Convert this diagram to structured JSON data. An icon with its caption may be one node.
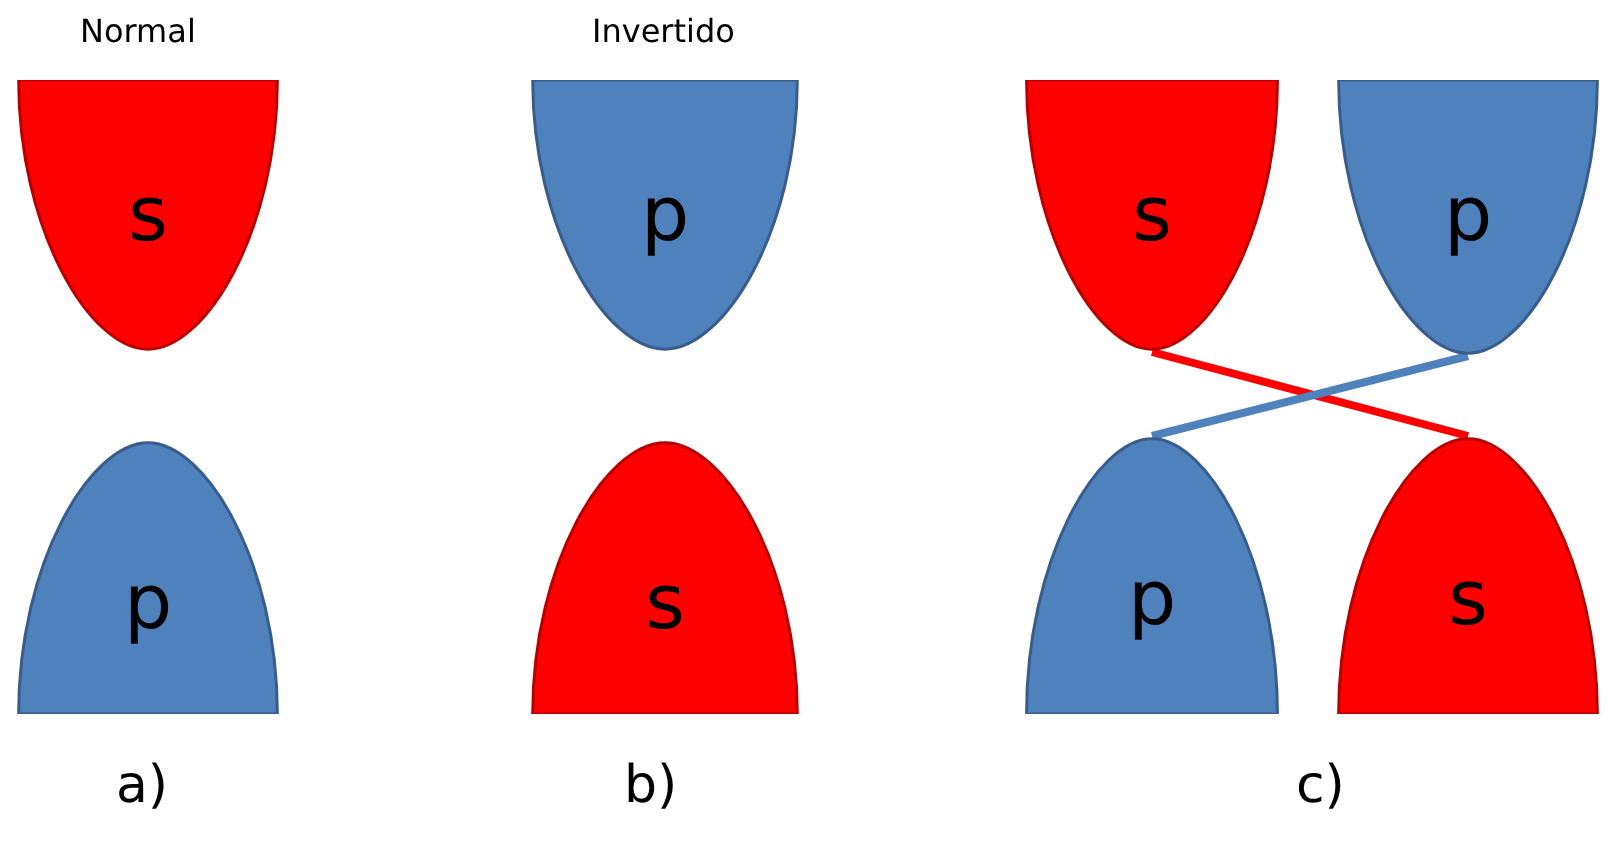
{
  "diagram": {
    "nodes": [
      {
        "text": [
          "s"
        ]
      },
      {
        "text": [
          "p"
        ]
      },
      {
        "text": [
          "p"
        ]
      },
      {
        "text": [
          "s"
        ]
      },
      {
        "text": [
          "s"
        ]
      },
      {
        "text": [
          "p"
        ]
      },
      {
        "text": [
          "p"
        ]
      },
      {
        "text": [
          "s"
        ]
      }
    ],
    "edges": [
      {
        "from": 4,
        "to": 7,
        "arrow": "none",
        "color": "#ff0000"
      },
      {
        "from": 5,
        "to": 6,
        "arrow": "none",
        "color": "#4f81bd"
      }
    ],
    "labels": [
      "Normal",
      "Invertido",
      "a)",
      "b)",
      "c)"
    ]
  }
}
